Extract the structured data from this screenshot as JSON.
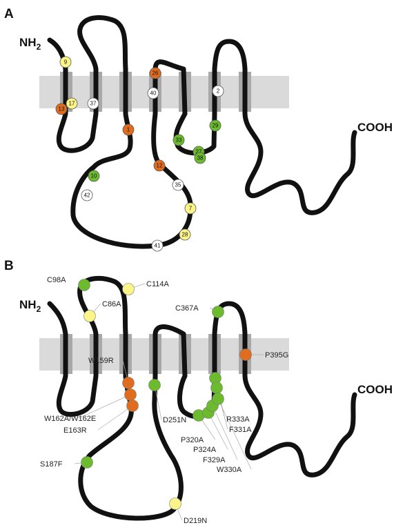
{
  "panels": [
    "A",
    "B"
  ],
  "terminals": {
    "n": "NH",
    "n_sub": "2",
    "c": "COOH"
  },
  "colors": {
    "orange": "#e06c1e",
    "yellow": "#fbf589",
    "green": "#6cbb2e",
    "white": "#ffffff",
    "membrane": "#dadada",
    "helix": "#a8a8a8",
    "chain": "#111111"
  },
  "panel_a_markers": [
    {
      "label": "9",
      "color": "yellow"
    },
    {
      "label": "17",
      "color": "yellow"
    },
    {
      "label": "13",
      "color": "orange"
    },
    {
      "label": "37",
      "color": "white"
    },
    {
      "label": "1",
      "color": "orange"
    },
    {
      "label": "26",
      "color": "orange"
    },
    {
      "label": "40",
      "color": "white"
    },
    {
      "label": "12",
      "color": "orange"
    },
    {
      "label": "2",
      "color": "white"
    },
    {
      "label": "29",
      "color": "green"
    },
    {
      "label": "33",
      "color": "green"
    },
    {
      "label": "27",
      "color": "green"
    },
    {
      "label": "38",
      "color": "green"
    },
    {
      "label": "10",
      "color": "green"
    },
    {
      "label": "42",
      "color": "white"
    },
    {
      "label": "35",
      "color": "white"
    },
    {
      "label": "7",
      "color": "yellow"
    },
    {
      "label": "28",
      "color": "yellow"
    },
    {
      "label": "41",
      "color": "white"
    }
  ],
  "panel_b_mutations": [
    {
      "label": "C98A",
      "color": "green"
    },
    {
      "label": "C114A",
      "color": "yellow"
    },
    {
      "label": "C86A",
      "color": "yellow"
    },
    {
      "label": "C367A",
      "color": "green"
    },
    {
      "label": "P395G",
      "color": "orange"
    },
    {
      "label": "W159R",
      "color": "orange"
    },
    {
      "label": "W162A/W162E",
      "color": "orange"
    },
    {
      "label": "E163R",
      "color": "orange"
    },
    {
      "label": "D251N",
      "color": "green"
    },
    {
      "label": "R333A",
      "color": "green"
    },
    {
      "label": "F331A",
      "color": "green"
    },
    {
      "label": "P320A",
      "color": "green"
    },
    {
      "label": "P324A",
      "color": "green"
    },
    {
      "label": "F329A",
      "color": "green"
    },
    {
      "label": "W330A",
      "color": "green"
    },
    {
      "label": "S187F",
      "color": "green"
    },
    {
      "label": "D219N",
      "color": "yellow"
    }
  ]
}
